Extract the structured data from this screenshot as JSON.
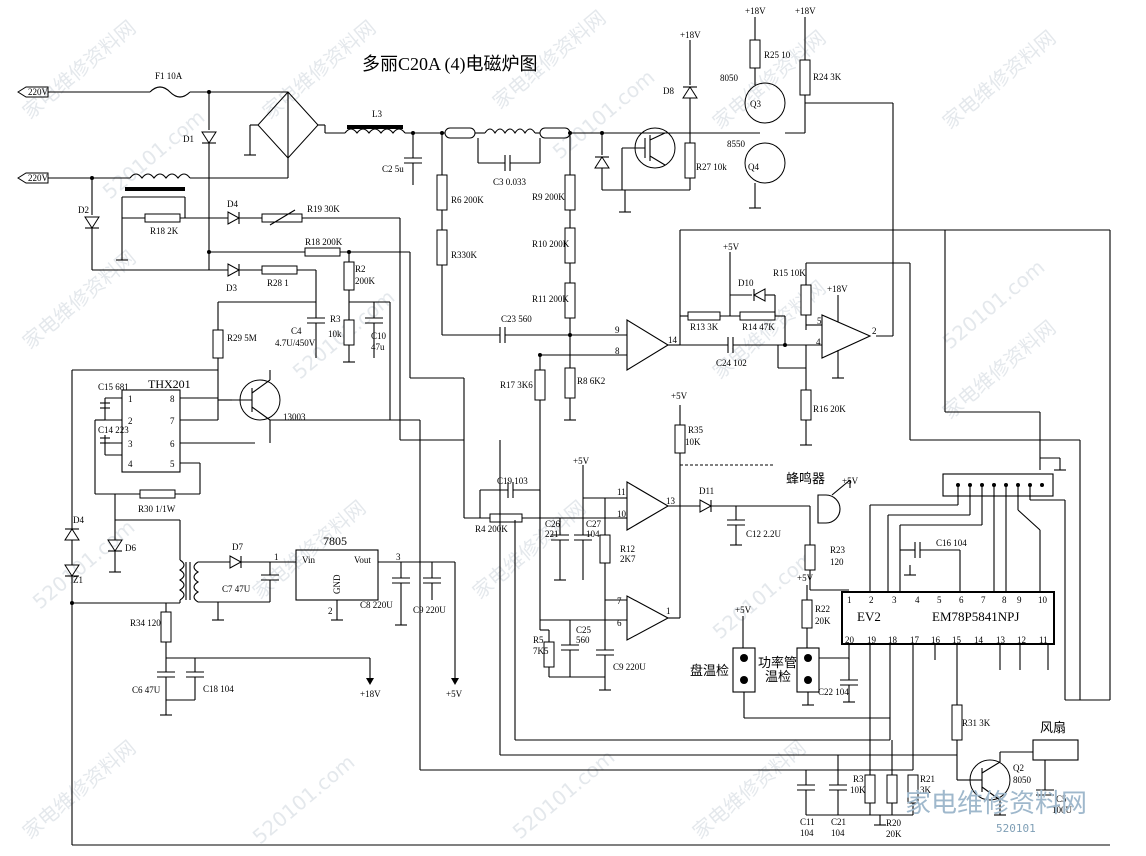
{
  "title": "多丽C20A (4)电磁炉图",
  "watermark": {
    "text": "家电维修资料网",
    "site": "520101.com",
    "logo": "家电维修资料网",
    "logo_url": "520101"
  },
  "mains": {
    "in1": "220V",
    "in2": "220V",
    "fuse": "F1 10A",
    "d1": "D1",
    "l3": "L3",
    "c2": "C2 5u",
    "c3": "C3 0.033"
  },
  "res": {
    "r6": "R6 200K",
    "r330": "R330K",
    "r9": "R9 200K",
    "r10": "R10 200K",
    "r11": "R11 200K",
    "r19": "R19 30K",
    "r18a": "R18 2K",
    "r18b": "R18 200K",
    "r28": "R28 1",
    "r2": "R2",
    "r2v": "200K",
    "r3": "R3",
    "r3v": "10k",
    "r29": "R29 5M",
    "r30": "R30 1/1W",
    "r17": "R17 3K6",
    "r8": "R8 6K2",
    "r13": "R13 3K",
    "r14": "R14 47K",
    "r15": "R15 10K",
    "r16": "R16 20K",
    "r35": "R35",
    "r35v": "10K",
    "r4": "R4 200K",
    "r12": "R12",
    "r12v": "2K7",
    "r5": "R5",
    "r5v": "7K5",
    "r23": "R23",
    "r23v": "120",
    "r22": "R22",
    "r22v": "20K",
    "r31": "R31 3K",
    "r3b": "R3",
    "r3bv": "10K",
    "r20": "R20",
    "r20v": "20K",
    "r21": "R21",
    "r21v": "3K",
    "r34": "R34 120",
    "r25": "R25 10",
    "r24": "R24 3K",
    "r27": "R27 10k"
  },
  "caps": {
    "c4": "C4",
    "c4v": "4.7U/450V",
    "c10": "C10",
    "c10v": "47u",
    "c15": "C15 681",
    "c14": "C14 223",
    "c23": "C23 560",
    "c24": "C24 102",
    "c19": "C19 103",
    "c26": "C26",
    "c26v": "221",
    "c27": "C27",
    "c27v": "104",
    "c25": "C25",
    "c25v": "560",
    "c9a": "C9 220U",
    "c12": "C12 2.2U",
    "c16": "C16 104",
    "c7": "C7 47U",
    "c8": "C8 220U",
    "c9b": "C9 220U",
    "c6": "C6 47U",
    "c18": "C18 104",
    "c22": "C22 104",
    "c11": "C11",
    "c11v": "104",
    "c21": "C21",
    "c21v": "104",
    "c5": "C5",
    "c5v": "100U"
  },
  "semi": {
    "d2": "D2",
    "d3": "D3",
    "d4a": "D4",
    "d4b": "D4",
    "d6": "D6",
    "d7": "D7",
    "d8": "D8",
    "d10": "D10",
    "d11": "D11",
    "z1": "Z1",
    "q3": "Q3",
    "q4": "Q4",
    "q3t": "8050",
    "q4t": "8550",
    "q2": "Q2",
    "q2t": "8050",
    "t13003": "13003",
    "thx": "THX201",
    "reg": "7805",
    "vin": "Vin",
    "vout": "Vout",
    "gnd": "GND",
    "ev2": "EV2",
    "mcu": "EM78P5841NPJ"
  },
  "rails": {
    "v18a": "+18V",
    "v18b": "+18V",
    "v18c": "+18V",
    "v18d": "+18V",
    "v18e": "+18V",
    "v5a": "+5V",
    "v5b": "+5V",
    "v5c": "+5V",
    "v5d": "+5V",
    "v5e": "+5V",
    "v5f": "+5V",
    "v5g": "+5V"
  },
  "labels": {
    "buzzer": "蜂鸣器",
    "pan_temp": "盘温检",
    "pwr_tube": "功率管",
    "tube_temp": "温检",
    "fan": "风扇"
  },
  "pins": {
    "thx": [
      "1",
      "2",
      "3",
      "4",
      "8",
      "7",
      "6",
      "5"
    ],
    "op1": [
      "9",
      "8",
      "14"
    ],
    "op2": [
      "5",
      "4",
      "2"
    ],
    "op3": [
      "11",
      "10",
      "13"
    ],
    "op4": [
      "7",
      "6",
      "1"
    ],
    "reg": [
      "1",
      "3",
      "2"
    ],
    "mcu_top": [
      "1",
      "2",
      "3",
      "4",
      "5",
      "6",
      "7",
      "8",
      "9",
      "10"
    ],
    "mcu_bot": [
      "20",
      "19",
      "18",
      "17",
      "16",
      "15",
      "14",
      "13",
      "12",
      "11"
    ]
  }
}
